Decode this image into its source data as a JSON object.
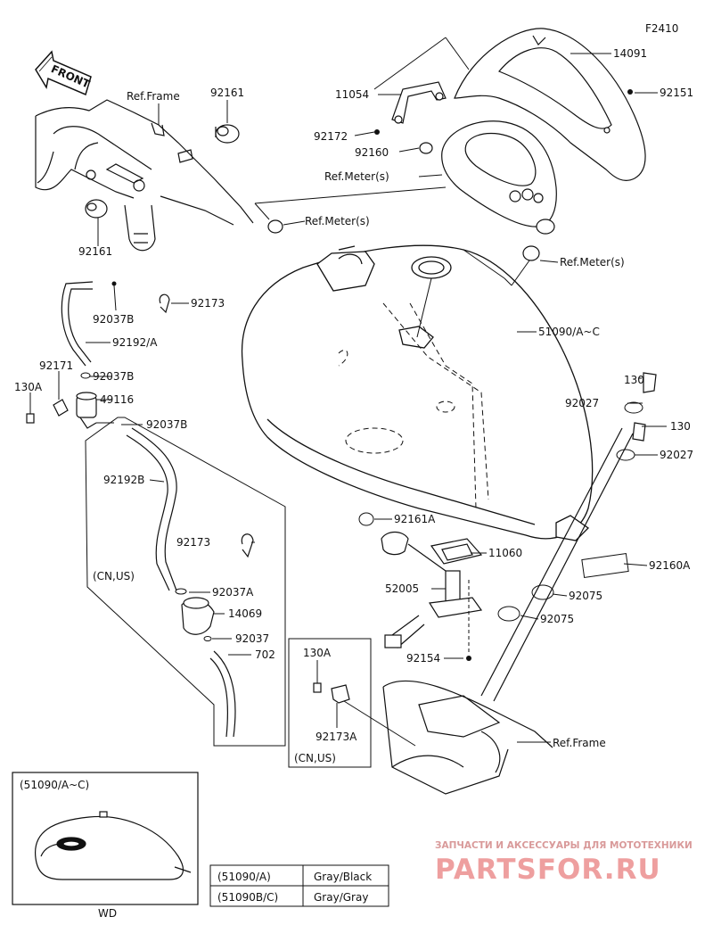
{
  "figure_code": "F2410",
  "front_label": "FRONT",
  "watermark": {
    "tagline": "ЗАПЧАСТИ И АКСЕССУАРЫ ДЛЯ МОТОТЕХНИКИ",
    "brand": "PARTSFOR.RU",
    "color": "#e8a0a0"
  },
  "labels": [
    {
      "id": "ref-frame-top",
      "text": "Ref.Frame"
    },
    {
      "id": "p92161-a",
      "text": "92161"
    },
    {
      "id": "p92161-b",
      "text": "92161"
    },
    {
      "id": "p14091",
      "text": "14091"
    },
    {
      "id": "p11054",
      "text": "11054"
    },
    {
      "id": "p92151",
      "text": "92151"
    },
    {
      "id": "p92172",
      "text": "92172"
    },
    {
      "id": "p92160",
      "text": "92160"
    },
    {
      "id": "ref-meter-1",
      "text": "Ref.Meter(s)"
    },
    {
      "id": "ref-meter-2",
      "text": "Ref.Meter(s)"
    },
    {
      "id": "ref-meter-3",
      "text": "Ref.Meter(s)"
    },
    {
      "id": "p92037b-1",
      "text": "92037B"
    },
    {
      "id": "p92173-1",
      "text": "92173"
    },
    {
      "id": "p92192a",
      "text": "92192/A"
    },
    {
      "id": "p51090",
      "text": "51090/A~C"
    },
    {
      "id": "p92171",
      "text": "92171"
    },
    {
      "id": "p130a-1",
      "text": "130A"
    },
    {
      "id": "p92037b-2",
      "text": "92037B"
    },
    {
      "id": "p49116",
      "text": "49116"
    },
    {
      "id": "p130-1",
      "text": "130"
    },
    {
      "id": "p92027-1",
      "text": "92027"
    },
    {
      "id": "p130-2",
      "text": "130"
    },
    {
      "id": "p92037b-3",
      "text": "92037B"
    },
    {
      "id": "p92027-2",
      "text": "92027"
    },
    {
      "id": "p92192b",
      "text": "92192B"
    },
    {
      "id": "p92161a",
      "text": "92161A"
    },
    {
      "id": "p92173-2",
      "text": "92173"
    },
    {
      "id": "p11060",
      "text": "11060"
    },
    {
      "id": "p92160a",
      "text": "92160A"
    },
    {
      "id": "cnus-1",
      "text": "(CN,US)"
    },
    {
      "id": "p92037a",
      "text": "92037A"
    },
    {
      "id": "p52005",
      "text": "52005"
    },
    {
      "id": "p92075-1",
      "text": "92075"
    },
    {
      "id": "p14069",
      "text": "14069"
    },
    {
      "id": "p92075-2",
      "text": "92075"
    },
    {
      "id": "p92037",
      "text": "92037"
    },
    {
      "id": "p702",
      "text": "702"
    },
    {
      "id": "p130a-2",
      "text": "130A"
    },
    {
      "id": "p92154",
      "text": "92154"
    },
    {
      "id": "ref-frame-bottom",
      "text": "Ref.Frame"
    },
    {
      "id": "p92173a",
      "text": "92173A"
    },
    {
      "id": "cnus-2",
      "text": "(CN,US)"
    }
  ],
  "inset": {
    "title": "(51090/A~C)",
    "caption": "WD"
  },
  "color_table": {
    "rows": [
      {
        "part": "(51090/A)",
        "color": "Gray/Black"
      },
      {
        "part": "(51090B/C)",
        "color": "Gray/Gray"
      }
    ]
  }
}
